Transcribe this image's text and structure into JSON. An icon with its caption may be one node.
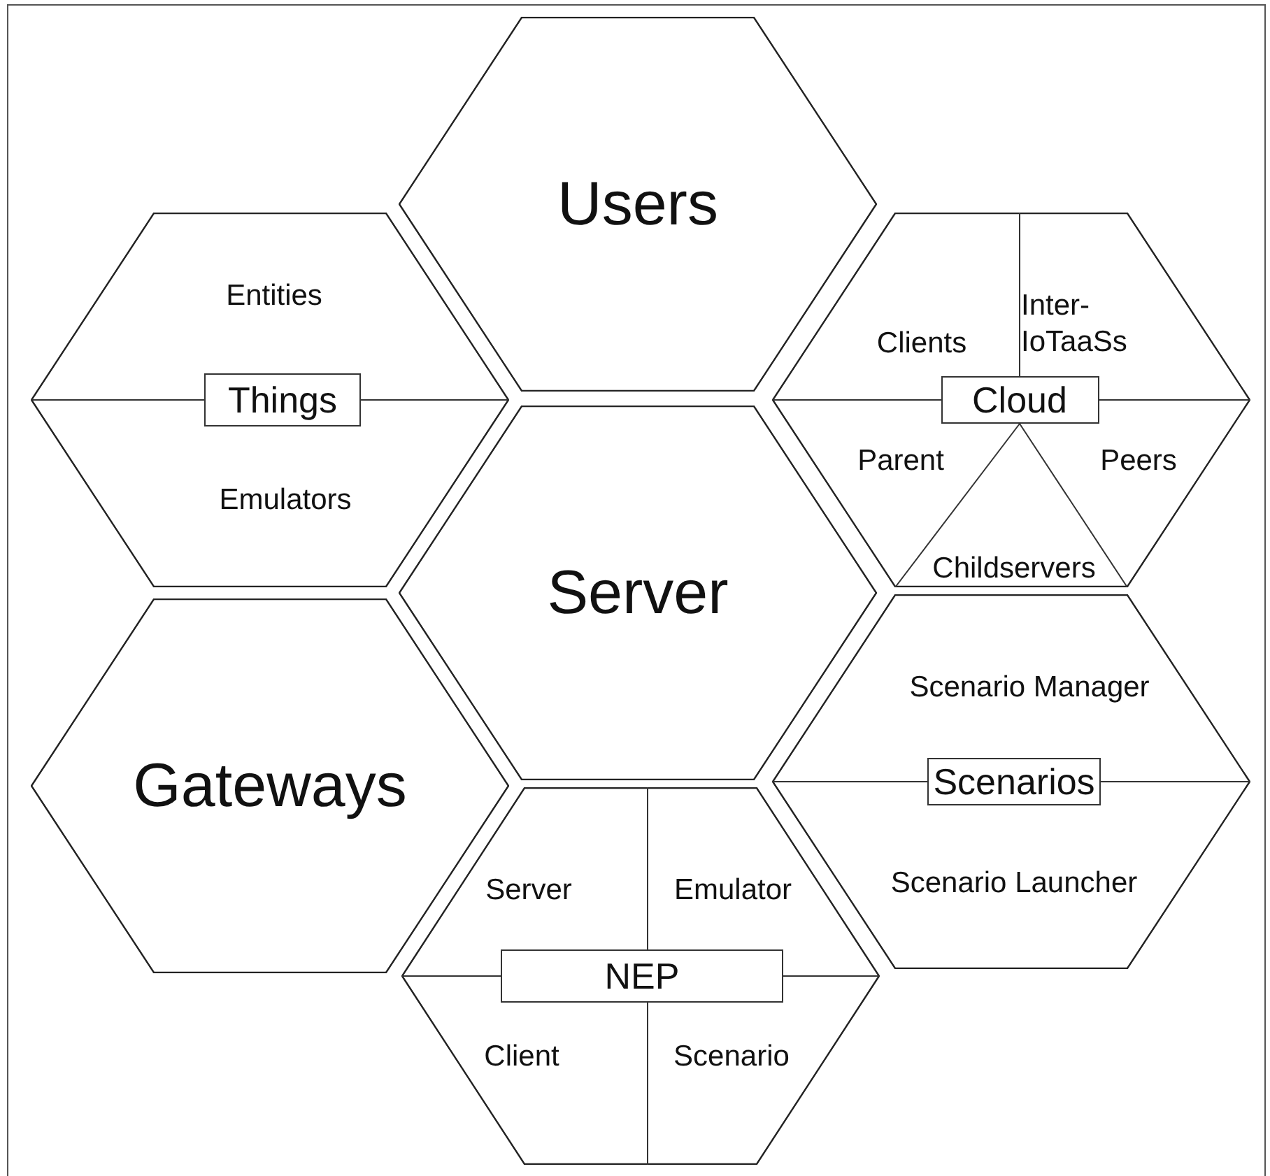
{
  "diagram": {
    "nodes": [
      {
        "text": [
          "Users"
        ]
      },
      {
        "text": [
          "Entities",
          "Emulators"
        ]
      },
      {
        "text": [
          "Things"
        ],
        "in": 1
      },
      {
        "text": [
          "Clients",
          "Inter-IoTaaSs",
          "Parent",
          "Peers",
          "Childservers"
        ]
      },
      {
        "text": [
          "Cloud"
        ],
        "in": 3
      },
      {
        "text": [
          "Server"
        ]
      },
      {
        "text": [
          "Scenario Manager",
          "Scenario Launcher"
        ]
      },
      {
        "text": [
          "Scenarios"
        ],
        "in": 6
      },
      {
        "text": [
          "Gateways"
        ]
      },
      {
        "text": [
          "Server",
          "Emulator",
          "Client",
          "Scenario"
        ]
      },
      {
        "text": [
          "NEP"
        ],
        "in": 9
      }
    ]
  }
}
